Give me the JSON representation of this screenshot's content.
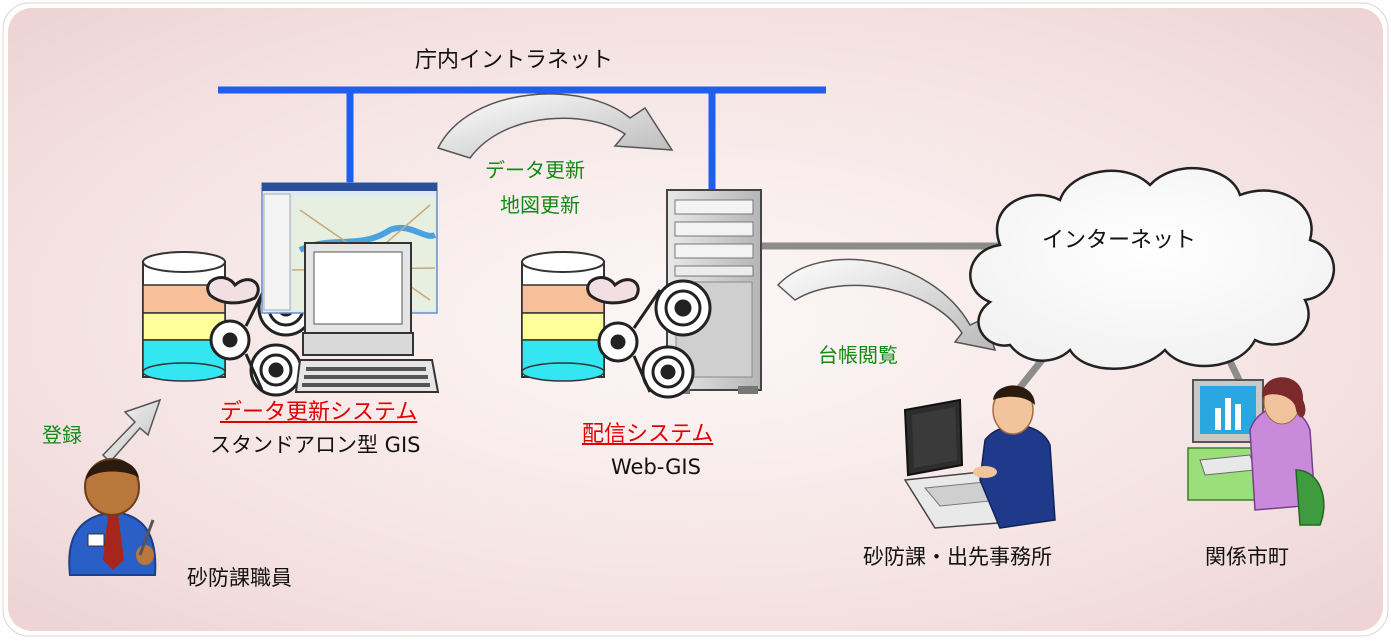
{
  "network": {
    "intranet_label": "庁内イントラネット",
    "internet_label": "インターネット"
  },
  "flows": {
    "data_update_line1": "データ更新",
    "data_update_line2": "地図更新",
    "ledger_view": "台帳閲覧",
    "register": "登録"
  },
  "nodes": {
    "update_system_title": "データ更新システム",
    "update_system_subtitle": "スタンドアロン型 GIS",
    "delivery_system_title": "配信システム",
    "delivery_system_subtitle": "Web-GIS",
    "staff_label": "砂防課職員",
    "office_label": "砂防課・出先事務所",
    "municipality_label": "関係市町"
  },
  "colors": {
    "network_line": "#1e5ff0",
    "background": "#f3dede",
    "title_red": "#e00000",
    "flow_green": "#138a13"
  }
}
